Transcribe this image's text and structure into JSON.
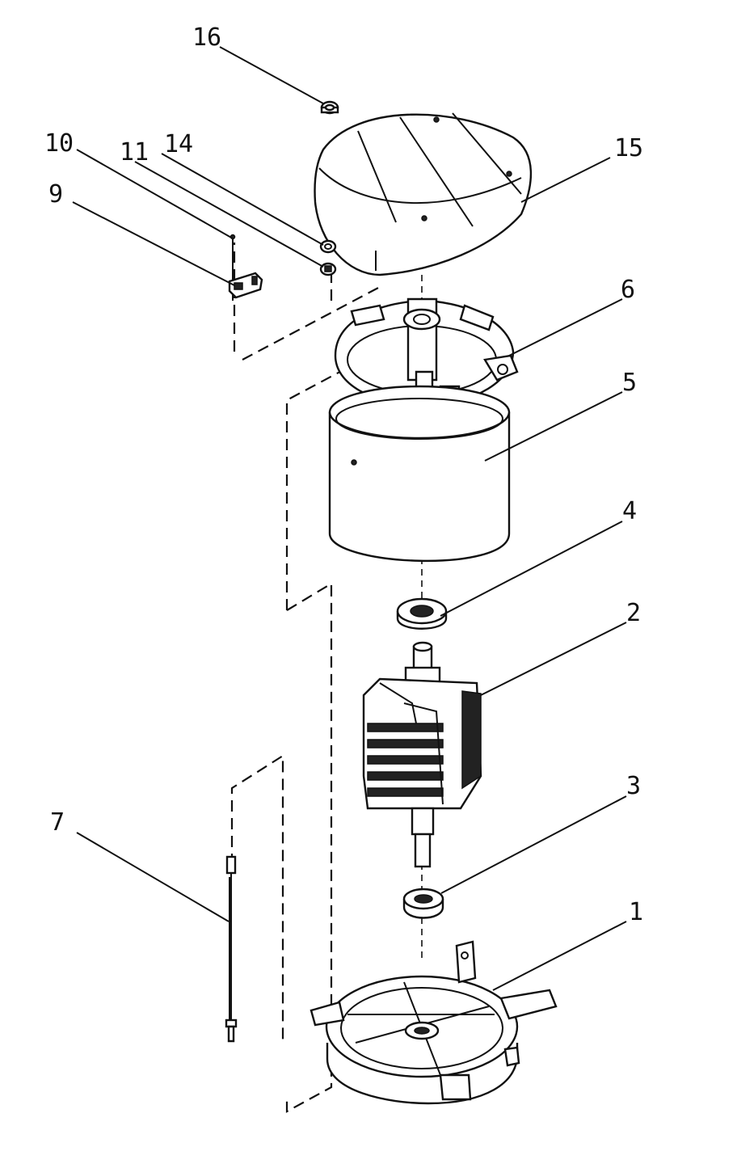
{
  "diagram": {
    "callouts": [
      {
        "id": "1",
        "text": "1"
      },
      {
        "id": "2",
        "text": "2"
      },
      {
        "id": "3",
        "text": "3"
      },
      {
        "id": "4",
        "text": "4"
      },
      {
        "id": "5",
        "text": "5"
      },
      {
        "id": "6",
        "text": "6"
      },
      {
        "id": "7",
        "text": "7"
      },
      {
        "id": "9",
        "text": "9"
      },
      {
        "id": "10",
        "text": "10"
      },
      {
        "id": "11",
        "text": "11"
      },
      {
        "id": "14",
        "text": "14"
      },
      {
        "id": "15",
        "text": "15"
      },
      {
        "id": "16",
        "text": "16"
      }
    ]
  }
}
